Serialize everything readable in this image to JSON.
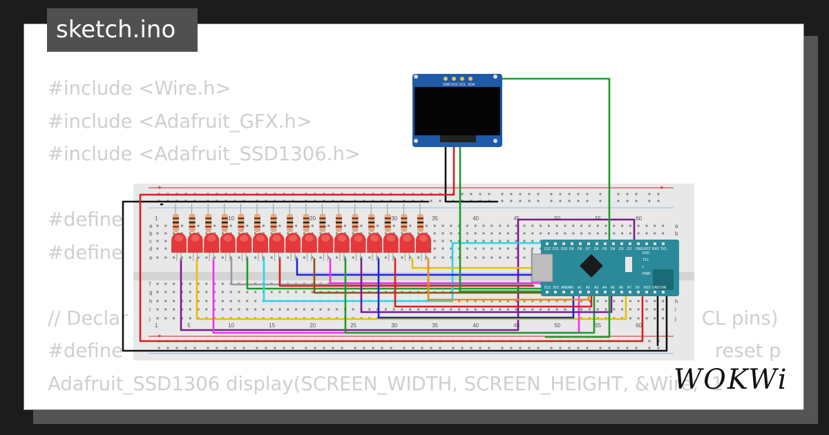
{
  "tab": {
    "label": "sketch.ino"
  },
  "code": {
    "lines": [
      "#include <Wire.h>",
      "#include <Adafruit_GFX.h>",
      "#include <Adafruit_SSD1306.h>",
      "",
      "#define",
      "#define",
      "",
      "// Declar                                                                                               CL pins)",
      "#define                                                                                                  reset p",
      "Adafruit_SSD1306 display(SCREEN_WIDTH, SCREEN_HEIGHT, &Wire, -1"
    ]
  },
  "breadboard": {
    "row_labels_top": [
      "a",
      "b",
      "c",
      "d",
      "e"
    ],
    "row_labels_bottom": [
      "f",
      "g",
      "h",
      "i",
      "j"
    ],
    "column_numbers_top": [
      "1",
      "10",
      "20",
      "30",
      "35",
      "40",
      "45",
      "50",
      "55",
      "60"
    ],
    "column_numbers_bottom": [
      "1",
      "5",
      "10",
      "15",
      "20",
      "25",
      "30",
      "35",
      "40",
      "45",
      "50",
      "55",
      "60"
    ],
    "rail_plus": "+",
    "rail_minus": "-",
    "led_count": 16
  },
  "oled": {
    "pin_labels": [
      "GND",
      "VCC",
      "SCL",
      "SDA"
    ]
  },
  "arduino": {
    "top_pin_labels": [
      "D12",
      "D11",
      "D10",
      "D9",
      "D8",
      "D7",
      "D6",
      "D5",
      "D4",
      "D3",
      "D2",
      "GND",
      "RST",
      "RX0",
      "TX1"
    ],
    "bottom_pin_labels": [
      "D13",
      "3V3",
      "AREF",
      "A0",
      "A1",
      "A2",
      "A3",
      "A4",
      "A5",
      "A6",
      "A7",
      "5V",
      "RST",
      "GND",
      "VIN"
    ],
    "side_labels": [
      "RX0",
      "TX1",
      "L",
      "PWR"
    ]
  },
  "wire_colors": {
    "red": "#d42020",
    "black": "#111111",
    "green": "#1c9a2a",
    "blue": "#1a24d8",
    "yellow": "#e8c000",
    "cyan": "#20d8e8",
    "magenta": "#f030f0",
    "purple": "#7a1a8c",
    "brown": "#8a5018",
    "orange": "#e88a18",
    "gray": "#9a9a9a"
  },
  "brand": {
    "logo_text": "WOKWi"
  }
}
